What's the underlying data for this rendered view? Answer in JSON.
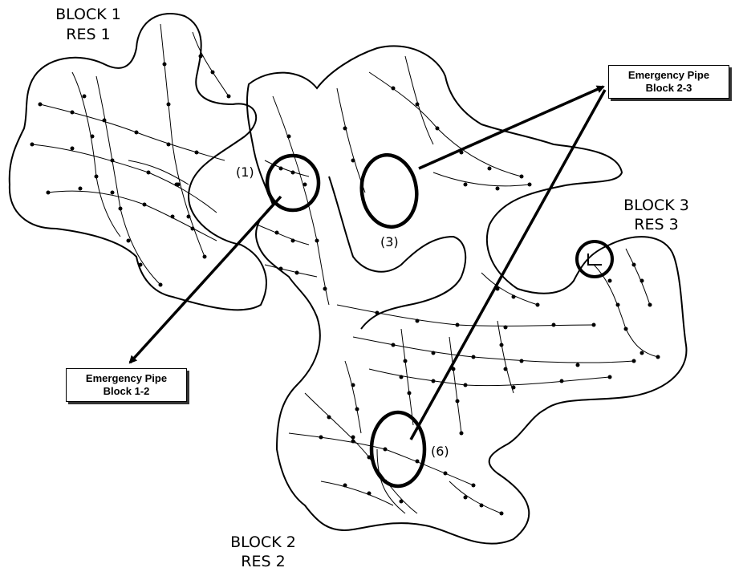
{
  "blocks": [
    {
      "name": "BLOCK 1",
      "res": "RES 1"
    },
    {
      "name": "BLOCK 2",
      "res": "RES 2"
    },
    {
      "name": "BLOCK 3",
      "res": "RES 3"
    }
  ],
  "markers": [
    "(1)",
    "(3)",
    "(6)"
  ],
  "callouts": [
    {
      "line1": "Emergency Pipe",
      "line2": "Block 1-2"
    },
    {
      "line1": "Emergency Pipe",
      "line2": "Block 2-3"
    }
  ]
}
